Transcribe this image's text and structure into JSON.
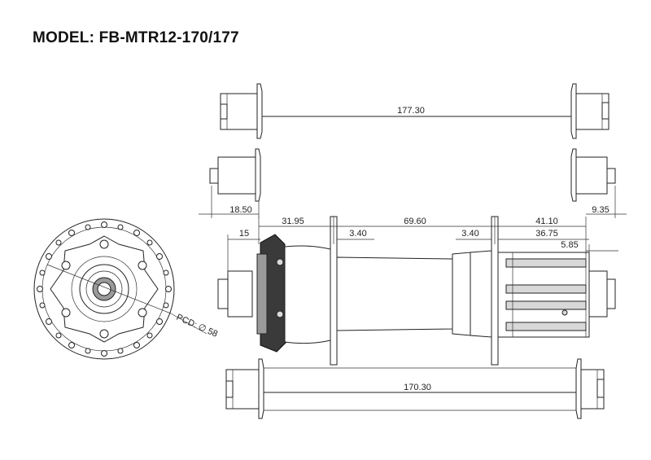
{
  "title": "MODEL:  FB-MTR12-170/177",
  "dimensions": {
    "axle_top": "177.30",
    "axle_bottom": "170.30",
    "end_cap_left": "18.50",
    "end_cap_right": "9.35",
    "left_to_flange": "31.95",
    "flange_to_flange": "69.60",
    "right_flange_to_end": "41.10",
    "left_disc": "15",
    "left_flange_thickness": "3.40",
    "right_flange_thickness": "3.40",
    "freehub_length": "36.75",
    "freehub_offset": "5.85",
    "pcd": "PCD: ∅ 58"
  }
}
